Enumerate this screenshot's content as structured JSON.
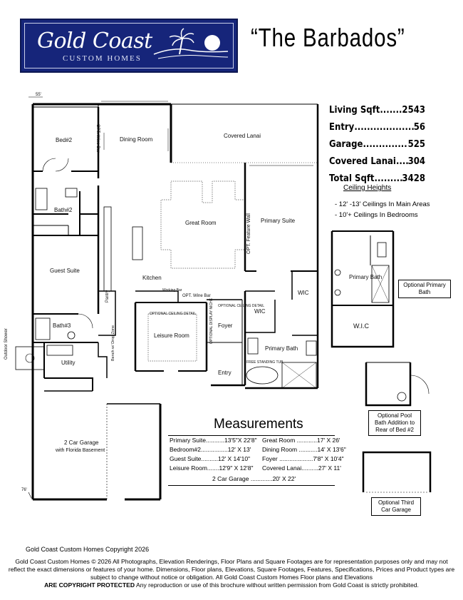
{
  "brand": {
    "name": "Gold Coast",
    "tagline": "CUSTOM HOMES"
  },
  "model_title": "“The Barbados”",
  "dimensions": {
    "width_label": "55'",
    "depth_label": "76'"
  },
  "square_footage": [
    {
      "label": "Living Sqft",
      "dots": "...................",
      "value": "2543"
    },
    {
      "label": "Entry",
      "dots": "..................................",
      "value": "56"
    },
    {
      "label": "Garage",
      "dots": "...........................",
      "value": " 525"
    },
    {
      "label": "Covered Lanai",
      "dots": "............",
      "value": " 304"
    },
    {
      "label": "Total Sqft",
      "dots": ".................",
      "value": " 3428"
    }
  ],
  "ceiling_heights": {
    "title": "Ceiling Heights",
    "items": [
      "- 12' -13' Ceilings In Main Areas",
      "- 10'+ Ceilings In Bedrooms"
    ]
  },
  "rooms": {
    "bed2": "Bed#2",
    "bath2": "Bath#2",
    "guest_suite": "Guest Suite",
    "bath3": "Bath#3",
    "utility": "Utility",
    "garage": "2 Car Garage",
    "garage_sub": "with Florida Basement",
    "dining": "Dining Room",
    "covered_lanai": "Covered Lanai",
    "great_room": "Great Room",
    "primary_suite": "Primary Suite",
    "kitchen": "Kitchen",
    "pantry": "Pantry",
    "leisure": "Leisure Room",
    "foyer": "Foyer",
    "entry": "Entry",
    "wic1": "WIC",
    "wic2": "WIC",
    "primary_bath": "Primary Bath",
    "opt_wine_bar": "OPT. Wine Bar",
    "opt_wine_bar2": "OPT. Wine Bar",
    "opt_feature_wall": "OPT. Feature Wall",
    "working_bar": "Working Bar",
    "optional_ceiling": "OPTIONAL CEILING DETAIL",
    "optional_ceiling2": "OPTIONAL CEILING DETAIL",
    "optional_display": "OPTIONAL DISPLAY NICHE",
    "drop_zone": "Bench w/ Drop Zone",
    "outdoor_shower": "Outdoor Shower",
    "free_tub": "FREE STANDING TUB"
  },
  "options": {
    "primary_bath_label": "Primary Bath",
    "wic_label": "W.I.C",
    "optional_primary_bath": "Optional Primary Bath",
    "optional_pool_bath": "Optional Pool Bath Addition to Rear of Bed #2",
    "optional_third_garage": "Optional Third Car Garage"
  },
  "measurements": {
    "title": "Measurements",
    "left": [
      {
        "label": "Primary Suite",
        "dots": "...........",
        "value": "13'5\"X 22'8\""
      },
      {
        "label": "Bedroom#2",
        "dots": "................",
        "value": "12' X 13'"
      },
      {
        "label": "Guest Suite",
        "dots": "..........",
        "value": "12' X 14'10\""
      },
      {
        "label": "Leisure Room",
        "dots": ".......",
        "value": "12'9\" X 12'8\""
      }
    ],
    "right": [
      {
        "label": "Great Room",
        "dots": " ............",
        "value": "17' X  26'"
      },
      {
        "label": "Dining Room",
        "dots": " ...........",
        "value": "14' X 13'6\""
      },
      {
        "label": "Foyer",
        "dots": " ....................",
        "value": "7'8\" X 10'4\""
      },
      {
        "label": "Covered Lanai",
        "dots": "..........",
        "value": "27' X 11'"
      }
    ],
    "garage": {
      "label": "2 Car Garage",
      "dots": " .............",
      "value": "20' X 22'"
    }
  },
  "footer": {
    "copyright": "Gold Coast Custom Homes Copyright 2026",
    "disclaimer_1": "Gold Coast Custom Homes © 2026 All Photographs, Elevation Renderings, Floor Plans and Square Footages are for representation purposes only and may not reflect the exact dimensions or features of your home. Dimensions, Floor plans, Elevations, Square Footages, Features, Specifications, Prices and Product types are subject to change without notice or obligation.  All Gold Coast Custom Homes Floor plans and Elevations",
    "disclaimer_bold": "ARE COPYRIGHT  PROTECTED",
    "disclaimer_2": " Any reproduction or use of this brochure without written permission from Gold Coast is strictly prohibited."
  }
}
